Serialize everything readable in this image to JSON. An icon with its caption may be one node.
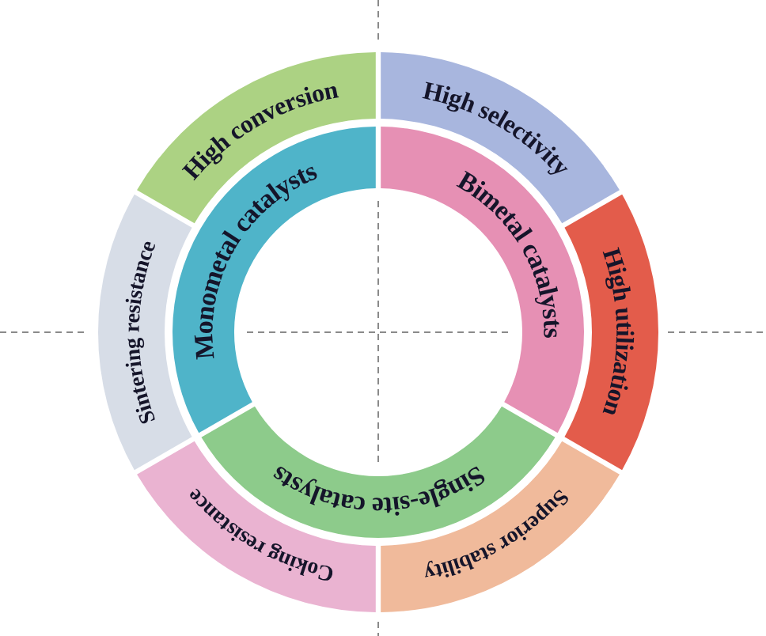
{
  "diagram": {
    "nodes": [
      {
        "text": [
          "Monometal catalysts"
        ]
      },
      {
        "text": [
          "Bimetal catalysts"
        ]
      },
      {
        "text": [
          "Single-site catalysts"
        ]
      },
      {
        "text": [
          "High conversion"
        ]
      },
      {
        "text": [
          "High selectivity"
        ]
      },
      {
        "text": [
          "High utilization"
        ]
      },
      {
        "text": [
          "Superior stability"
        ]
      },
      {
        "text": [
          "Coking resistance"
        ]
      },
      {
        "text": [
          "Sintering resistance"
        ]
      }
    ]
  }
}
